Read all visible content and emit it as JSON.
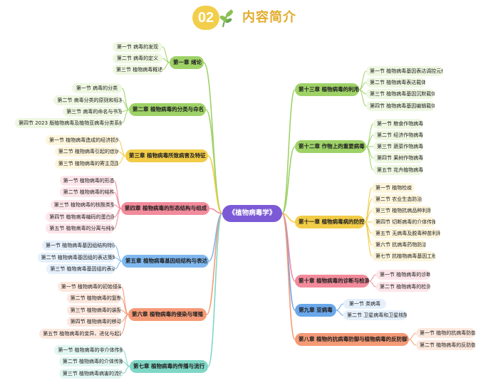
{
  "header": {
    "number": "02",
    "title": "内容简介"
  },
  "center": {
    "label": "《植物病毒学》"
  },
  "left_branches": [
    {
      "label": "第一章 绪论",
      "color": "#9ed267",
      "leaf_color": "#eef7e1",
      "items": [
        "第一节 病毒的发现",
        "第二节 病毒的定义",
        "第三节 植物病毒概述"
      ]
    },
    {
      "label": "第二章 植物病毒的分类与命名",
      "color": "#9ed267",
      "leaf_color": "#eef7e1",
      "items": [
        "第一节 病毒的分类",
        "第二节 病毒分类的原则和标准",
        "第三节 病毒的命名与书写",
        "第四节 2023 版植物病毒及植物亚病毒分类系统"
      ]
    },
    {
      "label": "第三章 植物病毒所致病害及特征",
      "color": "#f2cc47",
      "leaf_color": "#fdf5db",
      "items": [
        "第一节 植物病毒造成的经济损失",
        "第二节 植物病毒引起的症状",
        "第三节 植物病毒的寄主范围"
      ]
    },
    {
      "label": "第四章 植物病毒的形态结构与组成",
      "color": "#f28b9b",
      "leaf_color": "#fde6ea",
      "items": [
        "第一节 植物病毒的形态",
        "第二节 植物病毒的结构",
        "第三节 植物病毒的核酸类型",
        "第四节 植物病毒编码的蛋白质",
        "第五节 植物病毒的分离与纯化"
      ]
    },
    {
      "label": "第五章 植物病毒基因组结构与表达",
      "color": "#7fb8ef",
      "leaf_color": "#e5f0fc",
      "items": [
        "第一节 植物病毒基因组结构特征",
        "第二节 植物病毒基因组的表达策略",
        "第三节 植物病毒基因组的表达"
      ]
    },
    {
      "label": "第六章 植物病毒的侵染与增殖",
      "color": "#f59a76",
      "leaf_color": "#fde8de",
      "items": [
        "第一节 植物病毒的初始侵染",
        "第二节 植物病毒的复制",
        "第三节 植物病毒的装配",
        "第四节 植物病毒的移动",
        "第五节 植物病毒的变异、进化与起源"
      ]
    },
    {
      "label": "第七章 植物病毒的传播与流行",
      "color": "#7fd7c5",
      "leaf_color": "#e2f6f1",
      "items": [
        "第一节 植物病毒的非介体传播",
        "第二节 植物病毒的介体传播",
        "第三节 植物病毒病害的流行"
      ]
    }
  ],
  "right_branches": [
    {
      "label": "第十三章 植物病毒的利用",
      "color": "#9ed267",
      "leaf_color": "#eef7e1",
      "items": [
        "第一节 植物病毒基因表达调控元件",
        "第二节 植物病毒表达载体",
        "第三节 植物病毒基因沉默载体",
        "第四节 植物病毒基因编辑载体"
      ]
    },
    {
      "label": "第十二章 作物上的重要病毒",
      "color": "#9ed267",
      "leaf_color": "#eef7e1",
      "items": [
        "第一节 粮食作物病毒",
        "第二节 经济作物病毒",
        "第三节 蔬菜作物病毒",
        "第四节 果树作物病毒",
        "第五节 花卉植物病毒"
      ]
    },
    {
      "label": "第十一章 植物病毒病的防控",
      "color": "#f2cc47",
      "leaf_color": "#fdf5db",
      "items": [
        "第一节 植物检疫",
        "第二节 农业生态防治",
        "第三节 植物抗病品种利用",
        "第四节 切断病毒的介体传播",
        "第五节 无病毒及脱毒种苗利用",
        "第六节 抗病毒药物防治",
        "第七节 抗植物病毒基因工程"
      ]
    },
    {
      "label": "第十章 植物病毒的诊断与检测",
      "color": "#f28b9b",
      "leaf_color": "#fde6ea",
      "items": [
        "第一节 植物病毒的诊断",
        "第二节 植物病毒的检测"
      ]
    },
    {
      "label": "第九章 亚病毒",
      "color": "#6aa7ea",
      "leaf_color": "#e5f0fc",
      "items": [
        "第一节 类病毒",
        "第二节 卫星病毒和卫星核酸"
      ]
    },
    {
      "label": "第八章 植物的抗病毒防御与植物病毒的反防御",
      "color": "#f59a76",
      "leaf_color": "#fde8de",
      "items": [
        "第一节 植物的抗病毒防御",
        "第二节 植物病毒的反防御"
      ]
    }
  ]
}
